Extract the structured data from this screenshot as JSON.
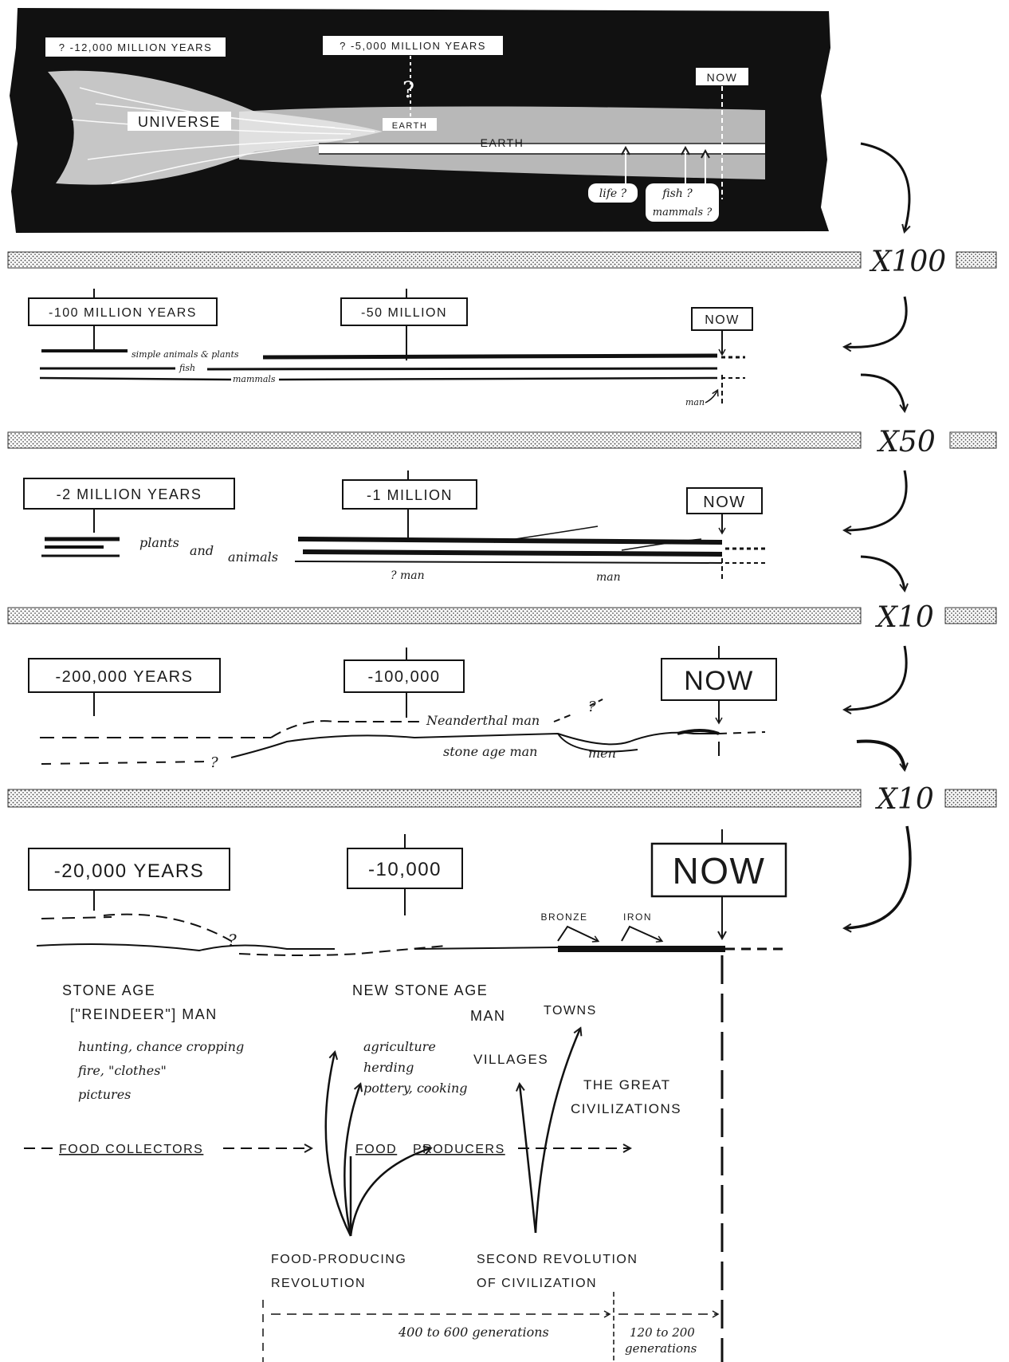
{
  "panel_universe": {
    "label_far": "? -12,000 MILLION YEARS",
    "label_mid": "? -5,000 MILLION YEARS",
    "label_now": "NOW",
    "universe": "UNIVERSE",
    "earth_small": "EARTH",
    "earth": "EARTH",
    "question": "?",
    "life": "life ?",
    "fish": "fish ?",
    "mammals": "mammals ?"
  },
  "scales": {
    "s1": "X100",
    "s2": "X50",
    "s3": "X10",
    "s4": "X10"
  },
  "panel_100m": {
    "label_far": "-100 MILLION YEARS",
    "label_mid": "-50 MILLION",
    "label_now": "NOW",
    "simple": "simple animals & plants",
    "fish": "fish",
    "mammals": "mammals",
    "man": "man"
  },
  "panel_2m": {
    "label_far": "-2 MILLION YEARS",
    "label_mid": "-1 MILLION",
    "label_now": "NOW",
    "plants": "plants",
    "and": "and",
    "animals": "animals",
    "qman": "? man",
    "man": "man"
  },
  "panel_200k": {
    "label_far": "-200,000 YEARS",
    "label_mid": "-100,000",
    "label_now": "NOW",
    "neanderthal": "Neanderthal man",
    "stone": "stone age man",
    "men": "men",
    "q1": "?",
    "q2": "?"
  },
  "panel_20k": {
    "label_far": "-20,000 YEARS",
    "label_mid": "-10,000",
    "label_now": "NOW",
    "bronze": "BRONZE",
    "iron": "IRON",
    "q": "?",
    "stone_age_1": "STONE AGE",
    "stone_age_2": "[\"REINDEER\"] MAN",
    "hunting": "hunting, chance cropping",
    "fire": "fire,   \"clothes\"",
    "pictures": "pictures",
    "new_stone_1": "NEW STONE AGE",
    "new_stone_2": "MAN",
    "towns": "TOWNS",
    "villages": "VILLAGES",
    "agriculture": "agriculture",
    "herding": "herding",
    "pottery": "pottery, cooking",
    "great_1": "THE GREAT",
    "great_2": "CIVILIZATIONS",
    "collectors": "FOOD COLLECTORS",
    "producers_food": "FOOD",
    "producers": "PRODUCERS",
    "rev1_1": "FOOD-PRODUCING",
    "rev1_2": "REVOLUTION",
    "rev2_1": "SECOND REVOLUTION",
    "rev2_2": "OF CIVILIZATION",
    "gen1": "400 to 600 generations",
    "gen2_1": "120 to 200",
    "gen2_2": "generations"
  }
}
